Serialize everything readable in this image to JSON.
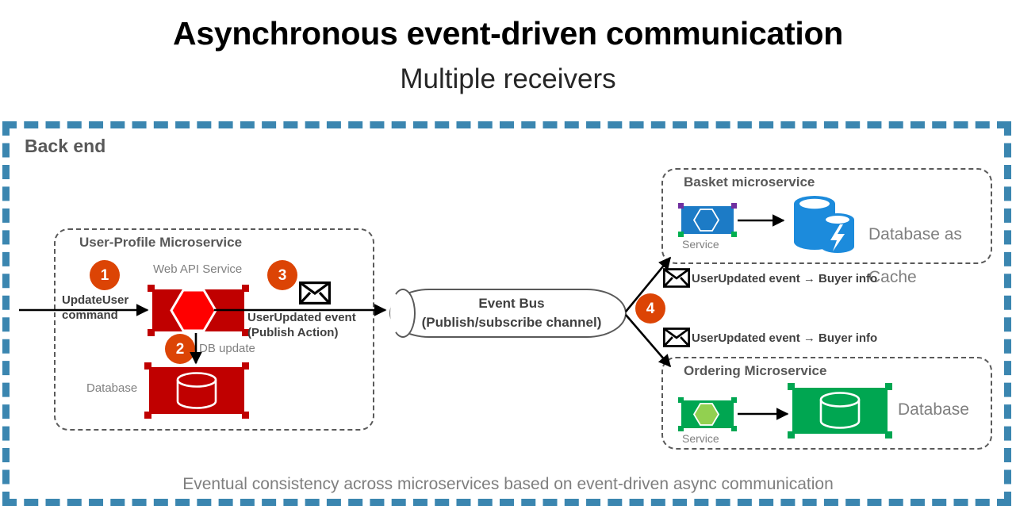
{
  "title": {
    "main": "Asynchronous event-driven communication",
    "subtitle": "Multiple receivers"
  },
  "backend": {
    "label": "Back end",
    "frame_color": "#3B86B0",
    "footer_note": "Eventual consistency across microservices based on event-driven async communication"
  },
  "badges": [
    {
      "number": "1",
      "color": "#DC4405"
    },
    {
      "number": "2",
      "color": "#DC4405"
    },
    {
      "number": "3",
      "color": "#DC4405"
    },
    {
      "number": "4",
      "color": "#DC4405"
    }
  ],
  "user_profile_microservice": {
    "title": "User-Profile Microservice",
    "web_api_label": "Web API Service",
    "database_label": "Database",
    "incoming_command_label": "UpdateUser\ncommand",
    "incoming_command_line1": "UpdateUser",
    "incoming_command_line2": "command",
    "db_update_label": "DB update",
    "publish_label_line1": "UserUpdated event",
    "publish_label_line2": "(Publish Action)",
    "accent_color": "#C00000",
    "hexagon_color": "#FF0000"
  },
  "event_bus": {
    "line1": "Event Bus",
    "line2": "(Publish/subscribe channel)"
  },
  "subscriptions": [
    {
      "icon": "envelope-icon",
      "label": "UserUpdated event → Buyer info"
    },
    {
      "icon": "envelope-icon",
      "label": "UserUpdated event → Buyer info"
    }
  ],
  "basket_microservice": {
    "title": "Basket microservice",
    "service_label": "Service",
    "database_label": "Database as\nCache",
    "database_label_line1": "Database as",
    "database_label_line2": "Cache",
    "accent_color": "#1C7BC6",
    "handle_color": "#7030A0"
  },
  "ordering_microservice": {
    "title": "Ordering Microservice",
    "service_label": "Service",
    "database_label": "Database",
    "accent_color": "#00A651",
    "handle_color": "#00B050"
  }
}
